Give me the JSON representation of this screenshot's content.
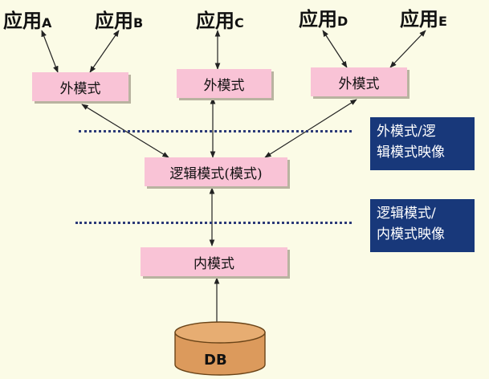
{
  "applications": [
    {
      "prefix": "应用",
      "suffix": "A"
    },
    {
      "prefix": "应用",
      "suffix": "B"
    },
    {
      "prefix": "应用",
      "suffix": "C"
    },
    {
      "prefix": "应用",
      "suffix": "D"
    },
    {
      "prefix": "应用",
      "suffix": "E"
    }
  ],
  "external_schemas": [
    "外模式",
    "外模式",
    "外模式"
  ],
  "logical_schema": "逻辑模式(模式)",
  "internal_schema": "内模式",
  "database": "DB",
  "mappings": [
    {
      "line1": "外模式/逻",
      "line2": "辑模式映像"
    },
    {
      "line1": "逻辑模式/",
      "line2": "内模式映像"
    }
  ],
  "colors": {
    "background": "#fbfbe6",
    "schema_box": "#f9c3d6",
    "mapping_label": "#18387a",
    "database": "#dc9a5c",
    "dotted_line": "#2b3a78"
  }
}
